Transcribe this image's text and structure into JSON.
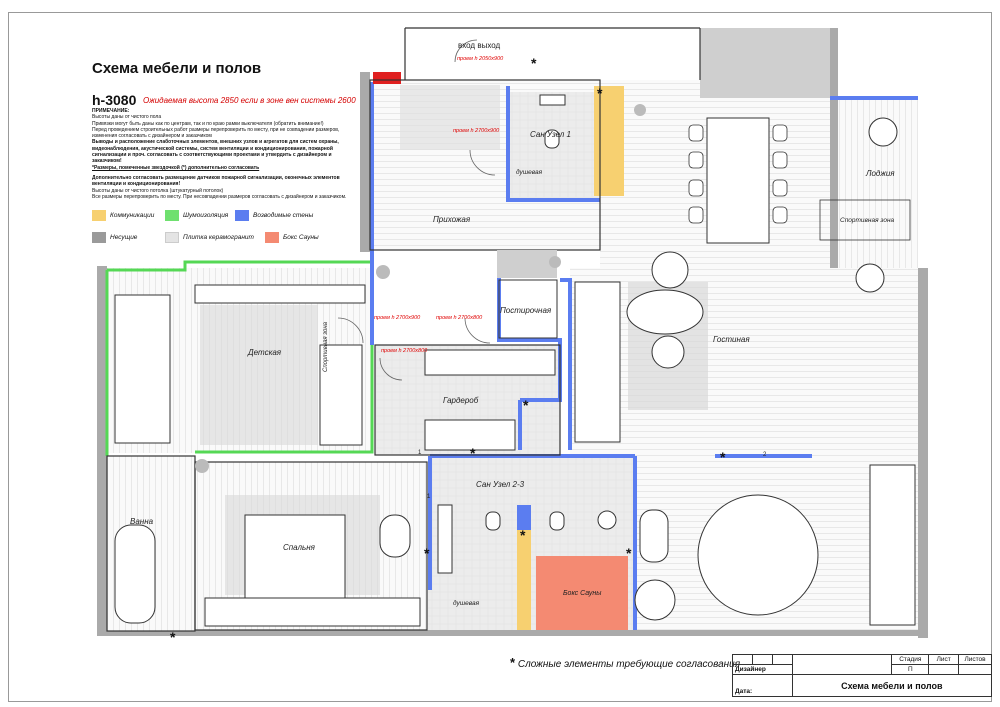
{
  "title": "Схема мебели и полов",
  "height_label": "h-3080",
  "height_note": "Ожидаемая высота 2850 если в зоне вен системы 2600",
  "notes": {
    "heading": "ПРИМЕЧАНИЕ:",
    "lines": [
      "Высоты даны от чистого пола",
      "Привязки могут быть даны как по центрам, так и по краю рамки выключателя (обратить внимание!)",
      "Перед проведением строительных работ размеры перепроверить по месту, при не совпадении размеров, изменения согласовать с дизайнером и заказчиком"
    ],
    "bold_block": "Выводы и расположение слаботочных элементов, внешних узлов и агрегатов для систем охраны, видеонаблюдения, акустической системы, систем вентиляции и кондиционирования, пожарной сигнализации и проч. согласовать с соответствующими проектами и утвердить с дизайнером и заказчиком!",
    "underlined": "*Размеры, помеченные звездочкой (*) дополнительно согласовать",
    "bold_block2": "Дополнительно согласовать размещение датчиков пожарной сигнализации, оконечных элементов вентиляции и кондиционирования!",
    "tail_lines": [
      "Высоты даны от чистого потолка (штукатурный потолок)",
      "Все размеры перепроверить по месту. При несовпадении размеров согласовать с дизайнером и заказчиком."
    ]
  },
  "legend": [
    {
      "label": "Коммуникации",
      "color": "#f7d070"
    },
    {
      "label": "Шумоизоляция",
      "color": "#6fe06f"
    },
    {
      "label": "Возводимые стены",
      "color": "#5b7df0"
    },
    {
      "label": "Несущие",
      "color": "#9a9a9a"
    },
    {
      "label": "Плитка керамогранит",
      "color": "#e4e4e4"
    },
    {
      "label": "Бокс Сауны",
      "color": "#f48a72"
    }
  ],
  "rooms": {
    "entrance": "вход выход",
    "hallway": "Прихожая",
    "bathroom1": "Сан Узел 1",
    "shower1": "душевая",
    "loggia": "Лоджия",
    "sport_zone": "Спортивная зона",
    "laundry": "Постирочная",
    "living": "Гостиная",
    "kids": "Детская",
    "kids_sport": "Спортивная зона",
    "wardrobe": "Гардероб",
    "bathroom23": "Сан Узел 2-3",
    "shower2": "душевая",
    "sauna": "Бокс Сауны",
    "bedroom": "Спальня",
    "bath": "Ванна"
  },
  "openings": {
    "entrance": "проем h 2050x900",
    "bath1": "проем h 2700x900",
    "hall_left": "проем h 2700x900",
    "hall_right": "проем h 2700x800",
    "wardrobe": "проем h 2700x800"
  },
  "markers": {
    "one": "1",
    "two": "2"
  },
  "footnote": "Сложные элементы требующие согласования",
  "title_block": {
    "stage_label": "Стадия",
    "sheet_label": "Лист",
    "sheets_label": "Листов",
    "stage_value": "П",
    "designer_label": "Дизайнер",
    "date_label": "Дата:",
    "drawing_title": "Схема мебели и полов"
  },
  "colors": {
    "communications": "#f7d070",
    "sound_insulation": "#6fe06f",
    "new_walls": "#5b7df0",
    "bearing": "#9a9a9a",
    "tile": "#e4e4e4",
    "sauna": "#f48a72"
  }
}
